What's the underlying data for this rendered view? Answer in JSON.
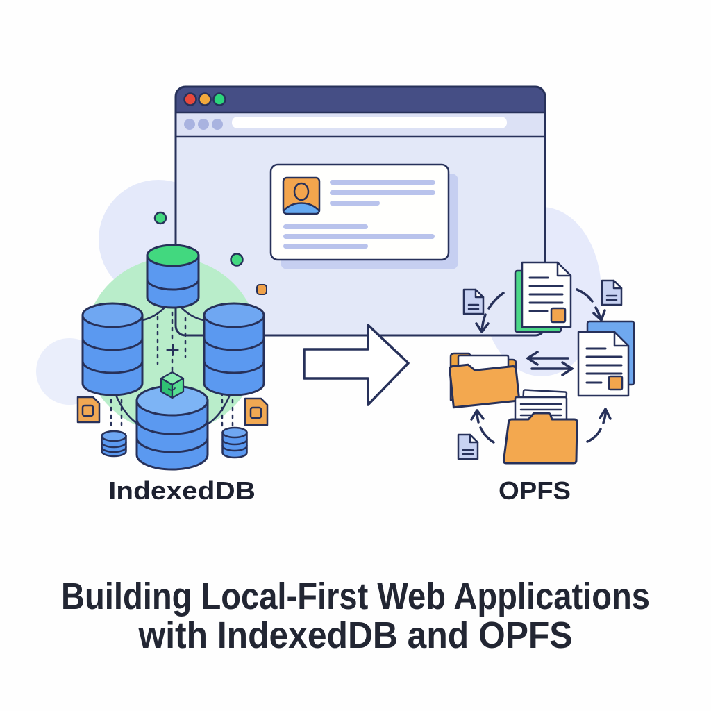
{
  "title": {
    "line1": "Building Local-First Web Applications",
    "line2": "with IndexedDB and OPFS"
  },
  "storages": {
    "left_label": "IndexedDB",
    "right_label": "OPFS"
  },
  "icons": {
    "left_cluster": "database-cylinders-with-cube",
    "right_cluster": "folders-and-documents-sync",
    "center": "big-right-arrow",
    "window": "browser-window-with-profile-card"
  },
  "palette": {
    "outline": "#27315a",
    "browser_bar": "#454e85",
    "browser_toolbar": "#dce1f5",
    "browser_content": "#e3e8f8",
    "traffic_red": "#e8483b",
    "traffic_orange": "#f2a93c",
    "traffic_green": "#2bd57b",
    "toolbar_dot": "#a9b3e0",
    "address_bar": "#ffffff",
    "card_white": "#fffffd",
    "card_shadow": "#c6cff1",
    "card_line": "#b9c3ec",
    "avatar_orange": "#f3a54d",
    "avatar_blue": "#66aaf1",
    "db_blue": "#5b99f0",
    "db_blue_light": "#79b0f4",
    "db_green": "#42d87f",
    "mint_halo": "#b9edca",
    "lavender_halo": "#e4e9fa",
    "folder_orange": "#f3a84f",
    "folder_orange_dark": "#eda23f",
    "file_lavender": "#c8d2f2",
    "doc_green": "#4cd887",
    "doc_blue": "#6fa8ef",
    "doc_tag_orange": "#f3a54d",
    "text_dark": "#1d2130"
  }
}
